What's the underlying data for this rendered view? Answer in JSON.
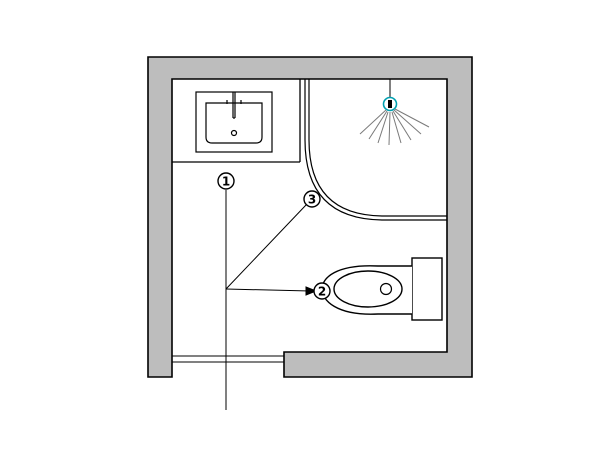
{
  "diagram": {
    "type": "bathroom-floor-plan",
    "elements": [
      "wall",
      "washbasin",
      "shower-head",
      "shower-enclosure",
      "toilet",
      "toilet-tank",
      "door-opening"
    ],
    "labels": [
      {
        "id": "one",
        "text": "1"
      },
      {
        "id": "two",
        "text": "2"
      },
      {
        "id": "three",
        "text": "3"
      }
    ],
    "colors": {
      "wall_fill": "#bdbdbd",
      "line": "#000000",
      "shower_head_accent": "#00a0b0",
      "background": "#ffffff"
    }
  }
}
